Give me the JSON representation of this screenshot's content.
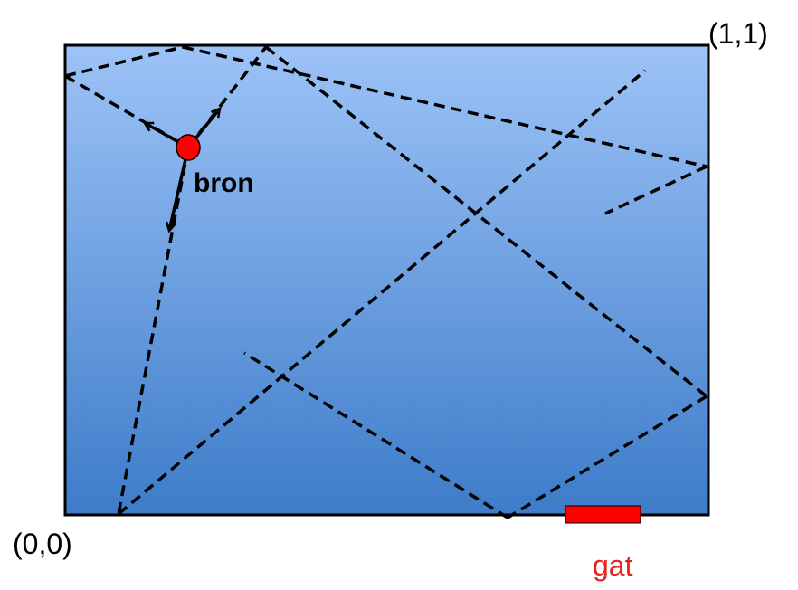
{
  "diagram": {
    "corner_top_right": "(1,1)",
    "corner_bottom_left": "(0,0)",
    "source_label": "bron",
    "gap_label": "gat"
  },
  "colors": {
    "box_gradient_top": "#9dc3f7",
    "box_gradient_bottom": "#3d7cc9",
    "box_border": "#000000",
    "source_dot": "#ff0000",
    "gap": "#ff0000",
    "gap_label": "#e8231f",
    "dashed_path": "#000000"
  },
  "icons": {
    "source": "red-circle",
    "gap": "red-rectangle",
    "direction": "arrowhead"
  }
}
